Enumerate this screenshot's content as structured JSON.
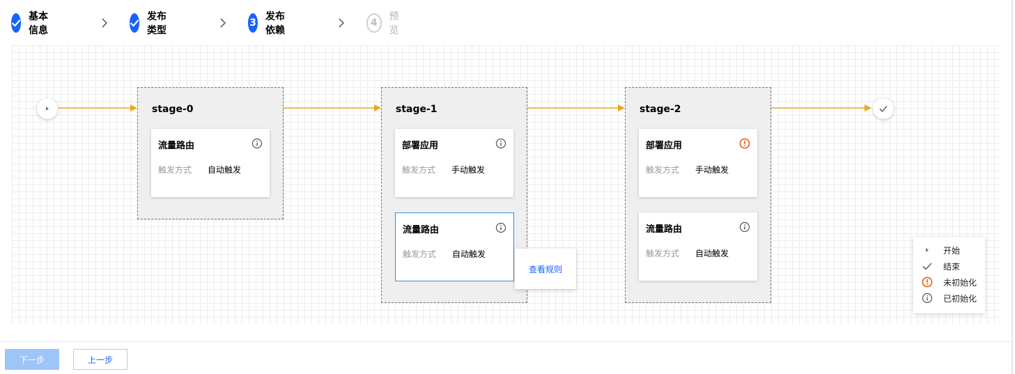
{
  "steps": [
    {
      "number": "1",
      "label": "基本信息",
      "status": "done"
    },
    {
      "number": "2",
      "label": "发布类型",
      "status": "done"
    },
    {
      "number": "3",
      "label": "发布依赖",
      "status": "current"
    },
    {
      "number": "4",
      "label": "预览",
      "status": "pending"
    }
  ],
  "stages": [
    {
      "title": "stage-0",
      "tasks": [
        {
          "title": "流量路由",
          "status_icon": "info-icon",
          "key": "触发方式",
          "value": "自动触发"
        }
      ]
    },
    {
      "title": "stage-1",
      "tasks": [
        {
          "title": "部署应用",
          "status_icon": "info-icon",
          "key": "触发方式",
          "value": "手动触发"
        },
        {
          "title": "流量路由",
          "status_icon": "info-icon",
          "key": "触发方式",
          "value": "自动触发"
        }
      ]
    },
    {
      "title": "stage-2",
      "tasks": [
        {
          "title": "部署应用",
          "status_icon": "warning-icon",
          "key": "触发方式",
          "value": "手动触发"
        },
        {
          "title": "流量路由",
          "status_icon": "info-icon",
          "key": "触发方式",
          "value": "自动触发"
        }
      ]
    }
  ],
  "popover": {
    "link_label": "查看规则"
  },
  "legend": [
    {
      "icon": "play-icon",
      "label": "开始"
    },
    {
      "icon": "check-icon",
      "label": "结束"
    },
    {
      "icon": "warning-icon",
      "label": "未初始化"
    },
    {
      "icon": "info-icon",
      "label": "已初始化"
    }
  ],
  "footer": {
    "next_label": "下一步",
    "prev_label": "上一步"
  },
  "colors": {
    "primary": "#1664ff",
    "connector": "#f0a51c",
    "warning": "#f05a14",
    "disabled_button": "#9ec5f8"
  }
}
